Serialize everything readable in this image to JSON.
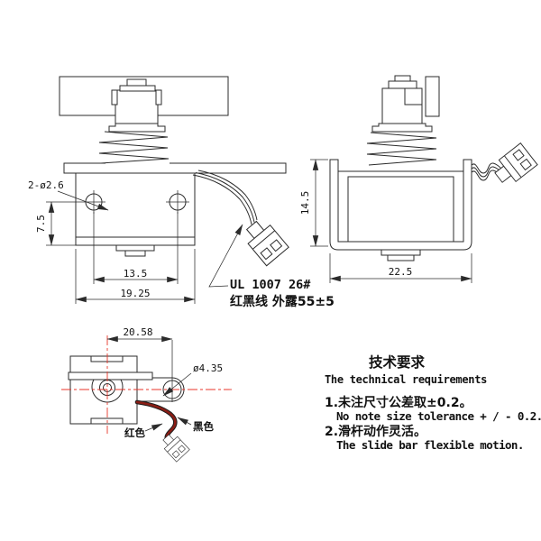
{
  "drawing": {
    "front_view": {
      "hole_callout": "2-ø2.6",
      "dim_hole_to_base": "7.5",
      "dim_hole_spacing": "13.5",
      "dim_overall_width": "19.25"
    },
    "side_view": {
      "dim_height": "14.5",
      "dim_width": "22.5"
    },
    "top_view": {
      "dim_center_to_hole": "20.58",
      "hole_callout": "ø4.35",
      "wire_label_black": "黑色",
      "wire_label_red": "红色"
    },
    "wire_note": {
      "line1": "UL 1007 26#",
      "line2": "红黑线 外露55±5"
    },
    "requirements": {
      "title_zh": "技术要求",
      "title_en": "The technical requirements",
      "item1_zh": "1.未注尺寸公差取±0.2。",
      "item1_en": "No note size tolerance + / - 0.2.",
      "item2_zh": "2.滑杆动作灵活。",
      "item2_en": "The slide bar flexible motion."
    },
    "colors": {
      "line": "#2b2b2b",
      "centerline_red": "#e8352a",
      "wire_dark_red": "#8a1d15",
      "background": "#ffffff"
    }
  }
}
